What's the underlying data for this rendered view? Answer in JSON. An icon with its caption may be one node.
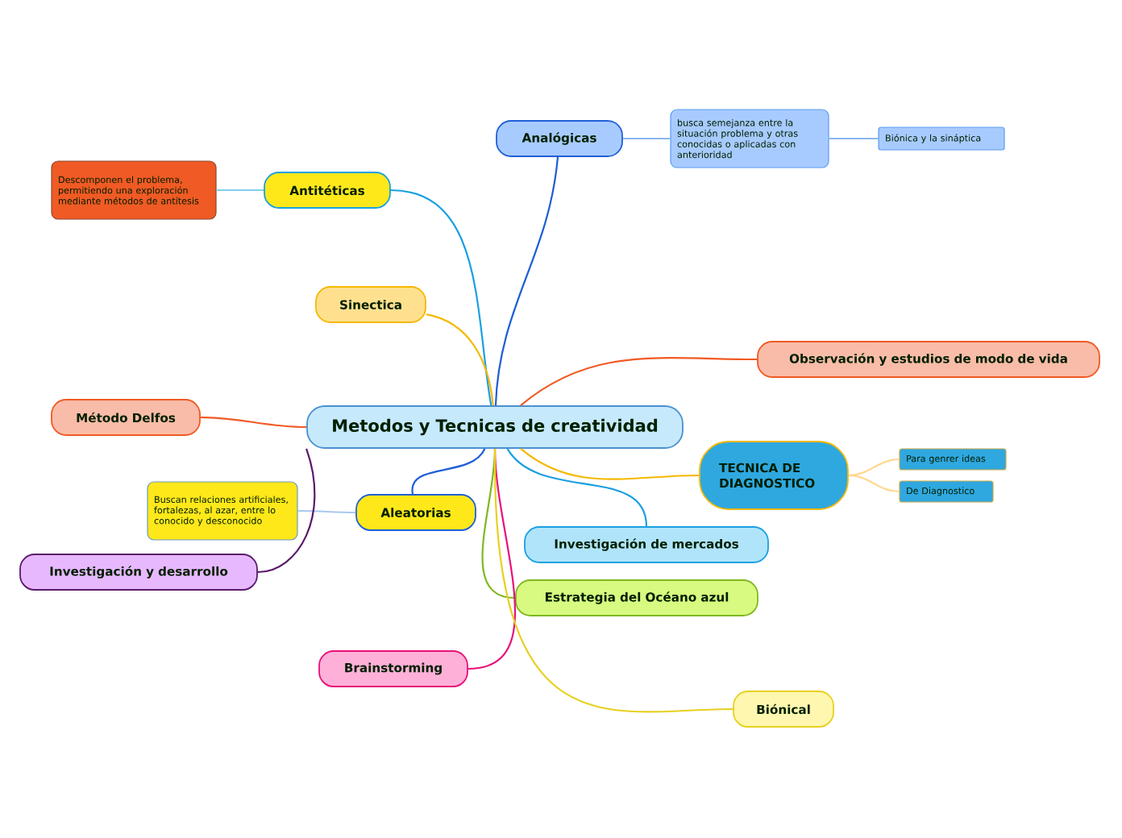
{
  "diagram": {
    "nodes": [
      {
        "text": [
          "Metodos y Tecnicas de creatividad"
        ]
      },
      {
        "text": [
          "Analógicas"
        ]
      },
      {
        "text": [
          "busca semejanza entre la situación problema y otras conocidas o aplicadas con anterioridad"
        ]
      },
      {
        "text": [
          "Biónica y la sináptica"
        ]
      },
      {
        "text": [
          "Antitéticas"
        ]
      },
      {
        "text": [
          "Descomponen el problema, permitiendo una exploración mediante métodos de antítesis"
        ]
      },
      {
        "text": [
          "Sinectica"
        ]
      },
      {
        "text": [
          "Observación y estudios de modo de vida"
        ]
      },
      {
        "text": [
          "Método Delfos"
        ]
      },
      {
        "text": [
          "TECNICA DE DIAGNOSTICO"
        ]
      },
      {
        "text": [
          "Para genrer ideas"
        ]
      },
      {
        "text": [
          "De Diagnostico"
        ]
      },
      {
        "text": [
          "Aleatorias"
        ]
      },
      {
        "text": [
          "Buscan relaciones artificiales, fortalezas, al azar, entre lo conocido y desconocido"
        ]
      },
      {
        "text": [
          "Investigación y desarrollo"
        ]
      },
      {
        "text": [
          "Investigación de mercados"
        ]
      },
      {
        "text": [
          "Estrategia del Océano azul"
        ]
      },
      {
        "text": [
          "Brainstorming"
        ]
      },
      {
        "text": [
          "Biónical"
        ]
      }
    ],
    "edges": [
      {
        "from": 0,
        "to": 1,
        "arrow": "none",
        "color": "#1f5fd6"
      },
      {
        "from": 1,
        "to": 2,
        "arrow": "none",
        "color": "#8ab8f0"
      },
      {
        "from": 2,
        "to": 3,
        "arrow": "none",
        "color": "#8ab8f0"
      },
      {
        "from": 0,
        "to": 4,
        "arrow": "none",
        "color": "#1aa0e0"
      },
      {
        "from": 4,
        "to": 5,
        "arrow": "none",
        "color": "#80d0f0"
      },
      {
        "from": 0,
        "to": 6,
        "arrow": "none",
        "color": "#f5b800"
      },
      {
        "from": 0,
        "to": 7,
        "arrow": "none",
        "color": "#f05a24"
      },
      {
        "from": 0,
        "to": 8,
        "arrow": "none",
        "color": "#f05a24"
      },
      {
        "from": 0,
        "to": 9,
        "arrow": "none",
        "color": "#f5b800"
      },
      {
        "from": 9,
        "to": 10,
        "arrow": "none",
        "color": "#ffd890"
      },
      {
        "from": 9,
        "to": 11,
        "arrow": "none",
        "color": "#ffd890"
      },
      {
        "from": 0,
        "to": 12,
        "arrow": "none",
        "color": "#1f5fd6"
      },
      {
        "from": 12,
        "to": 13,
        "arrow": "none",
        "color": "#a8c8f0"
      },
      {
        "from": 0,
        "to": 14,
        "arrow": "none",
        "color": "#5a1a6a"
      },
      {
        "from": 0,
        "to": 15,
        "arrow": "none",
        "color": "#1aa0e0"
      },
      {
        "from": 0,
        "to": 16,
        "arrow": "none",
        "color": "#80b820"
      },
      {
        "from": 0,
        "to": 17,
        "arrow": "none",
        "color": "#e8107a"
      },
      {
        "from": 0,
        "to": 18,
        "arrow": "none",
        "color": "#e8d020"
      }
    ]
  }
}
